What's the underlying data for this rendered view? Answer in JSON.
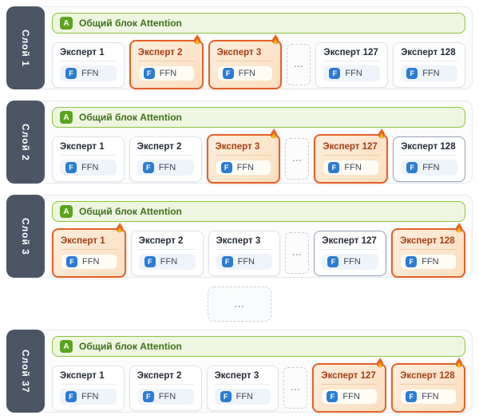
{
  "attention": {
    "icon": "A",
    "label": "Общий блок Attention"
  },
  "ffn": {
    "icon": "F",
    "label": "FFN"
  },
  "separators": {
    "experts_gap": "...",
    "layers_gap": "..."
  },
  "colors": {
    "layer_label_bg": "#4b5565",
    "attention_bg": "#eef6e2",
    "attention_border": "#8cc43c",
    "attention_text": "#3e7018",
    "attention_icon_bg": "#5aa41e",
    "ffn_icon_bg": "#2b7cd3",
    "active_border": "#e2622b",
    "active_text": "#a63d10",
    "muted_border": "#96a2b2",
    "fire_outer": "#e8641f",
    "fire_inner": "#fdba12"
  },
  "layers": [
    {
      "label": "Слой 1",
      "experts": [
        {
          "name": "Эксперт 1",
          "state": "normal"
        },
        {
          "name": "Эксперт 2",
          "state": "active"
        },
        {
          "name": "Эксперт 3",
          "state": "active"
        },
        {
          "name": "Эксперт 127",
          "state": "normal"
        },
        {
          "name": "Эксперт 128",
          "state": "normal"
        }
      ]
    },
    {
      "label": "Слой 2",
      "experts": [
        {
          "name": "Эксперт 1",
          "state": "normal"
        },
        {
          "name": "Эксперт 2",
          "state": "normal"
        },
        {
          "name": "Эксперт 3",
          "state": "active"
        },
        {
          "name": "Эксперт 127",
          "state": "active"
        },
        {
          "name": "Эксперт 128",
          "state": "muted"
        }
      ]
    },
    {
      "label": "Слой 3",
      "experts": [
        {
          "name": "Эксперт 1",
          "state": "active"
        },
        {
          "name": "Эксперт 2",
          "state": "normal"
        },
        {
          "name": "Эксперт 3",
          "state": "normal"
        },
        {
          "name": "Эксперт 127",
          "state": "muted"
        },
        {
          "name": "Эксперт 128",
          "state": "active"
        }
      ]
    },
    {
      "label": "Слой 37",
      "experts": [
        {
          "name": "Эксперт 1",
          "state": "normal"
        },
        {
          "name": "Эксперт 2",
          "state": "normal"
        },
        {
          "name": "Эксперт 3",
          "state": "normal"
        },
        {
          "name": "Эксперт 127",
          "state": "active"
        },
        {
          "name": "Эксперт 128",
          "state": "active"
        }
      ]
    }
  ]
}
